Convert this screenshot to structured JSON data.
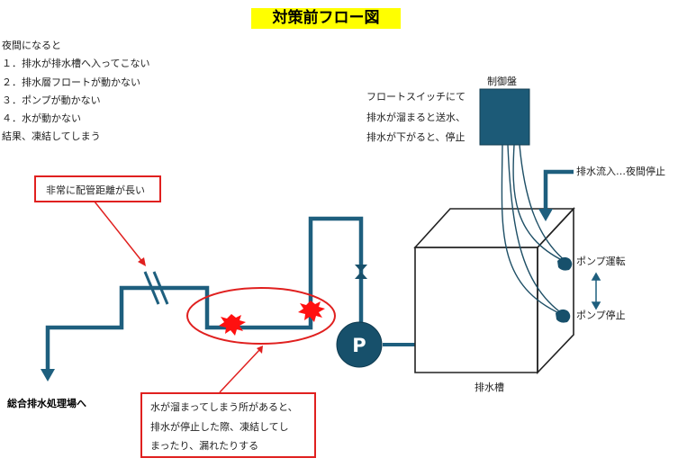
{
  "title": "対策前フロー図",
  "notes": [
    "夜間になると",
    "１．排水が排水槽へ入ってこない",
    "２．排水層フロートが動かない",
    "３．ポンプが動かない",
    "４．水が動かない",
    "結果、凍結してしまう"
  ],
  "callout_pipe_distance": "非常に配管距離が長い",
  "callout_freeze": [
    "水が溜まってしまう所があると、",
    "排水が停止した際、凍結してし",
    "まったり、漏れたりする"
  ],
  "control_panel_label": "制御盤",
  "float_switch_note": [
    "フロートスイッチにて",
    "排水が溜まると送水、",
    "排水が下がると、停止"
  ],
  "inflow_label": "排水流入…夜間停止",
  "pump_run_label": "ポンプ運転",
  "pump_stop_label": "ポンプ停止",
  "tank_label": "排水槽",
  "pump_symbol": "P",
  "destination_label": "総合排水処理場へ",
  "colors": {
    "pipe": "#1e5f7e",
    "pump": "#17506b",
    "panel": "#1c5a77",
    "alert": "#e0201f",
    "highlight": "#ffff00",
    "burst": "#ff0000"
  },
  "icons": [
    "burst-icon",
    "valve-icon",
    "pump-icon",
    "float-switch-icon",
    "arrow-down-icon"
  ]
}
